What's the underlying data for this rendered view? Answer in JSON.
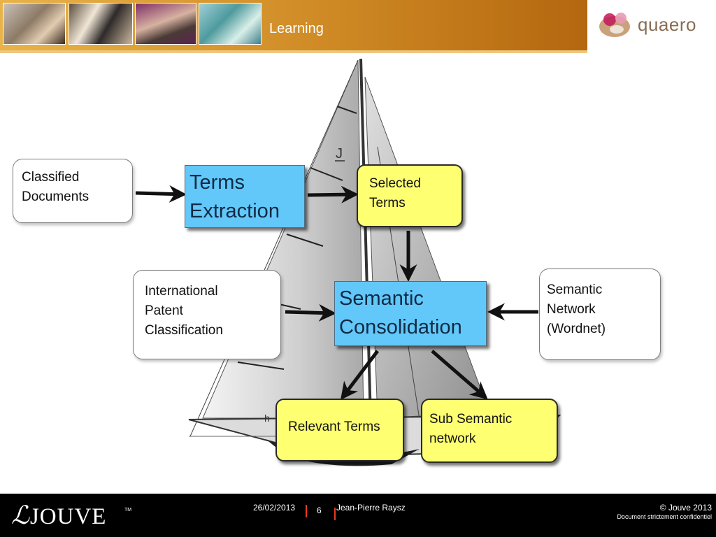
{
  "header": {
    "title": "Learning",
    "logo_text": "quaero"
  },
  "diagram": {
    "classified_documents": "Classified\nDocuments",
    "terms_extraction": "Terms\nExtraction",
    "selected_terms": "Selected\nTerms",
    "ipc": "International\nPatent\nClassification",
    "semantic_consolidation": "Semantic\nConsolidation",
    "semantic_network": "Semantic\nNetwork\n(Wordnet)",
    "relevant_terms": "Relevant Terms",
    "sub_semantic_network": "Sub Semantic\nnetwork",
    "sail_letter": "J",
    "hull_letter": "h"
  },
  "footer": {
    "brand": "JOUVE",
    "trademark": "TM",
    "date": "26/02/2013",
    "page": "6",
    "author": "Jean-Pierre Raysz",
    "copyright": "© Jouve 2013",
    "confidential": "Document strictement confidentiel"
  },
  "colors": {
    "header_gold": "#cf8a25",
    "box_blue": "#62c8fa",
    "box_yellow": "#ffff72",
    "footer_black": "#000000",
    "separator_red": "#e63b1f"
  }
}
